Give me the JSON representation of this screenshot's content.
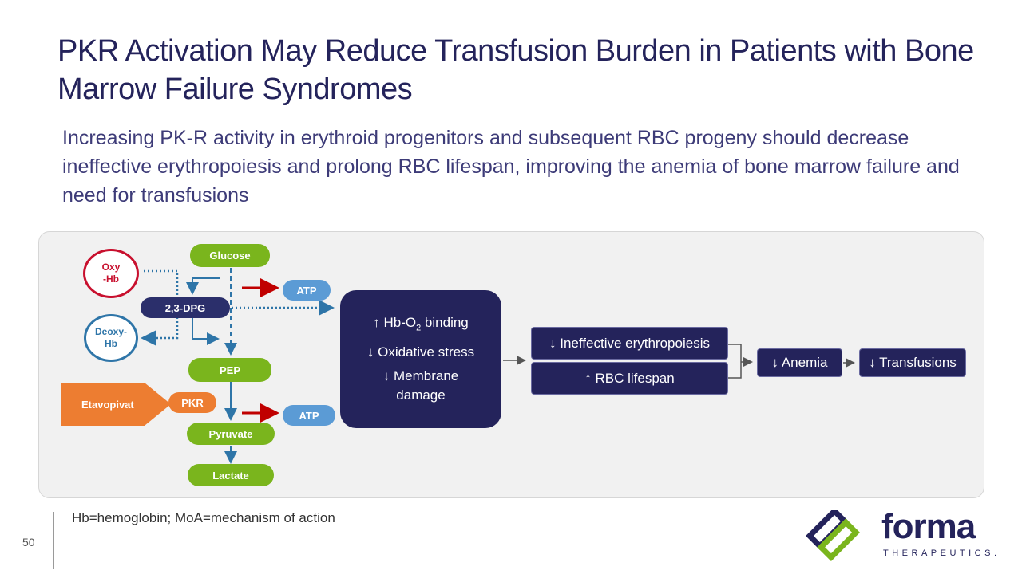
{
  "slide": {
    "title": "PKR Activation May Reduce Transfusion Burden in Patients with Bone Marrow Failure Syndromes",
    "subtitle": "Increasing PK-R activity in erythroid progenitors and subsequent RBC progeny should decrease ineffective erythropoiesis and prolong RBC lifespan, improving the anemia of bone marrow failure and need for transfusions",
    "page_number": "50",
    "footnote": "Hb=hemoglobin; MoA=mechanism of action"
  },
  "diagram": {
    "oxy_hb": "Oxy\n-Hb",
    "deoxy_hb": "Deoxy-\nHb",
    "glucose": "Glucose",
    "dpg": "2,3-DPG",
    "atp_top": "ATP",
    "pep": "PEP",
    "pkr": "PKR",
    "etavopivat": "Etavopivat",
    "atp_bottom": "ATP",
    "pyruvate": "Pyruvate",
    "lactate": "Lactate",
    "effects": {
      "hb_line_prefix": "↑ Hb-O",
      "hb_line_sub": "2",
      "hb_line_suffix": " binding",
      "oxidative": "↓ Oxidative stress",
      "membrane": "↓ Membrane damage"
    },
    "ineffective": "↓ Ineffective erythropoiesis",
    "rbc_lifespan": "↑ RBC lifespan",
    "anemia": "↓ Anemia",
    "transfusions": "↓ Transfusions"
  },
  "logo": {
    "word": "forma",
    "sub": "THERAPEUTICS."
  },
  "colors": {
    "navy": "#24235b",
    "green": "#7ab51d",
    "blue": "#5b9bd5",
    "orange": "#ed7d31",
    "red": "#c00000",
    "teal": "#2e75a8"
  }
}
